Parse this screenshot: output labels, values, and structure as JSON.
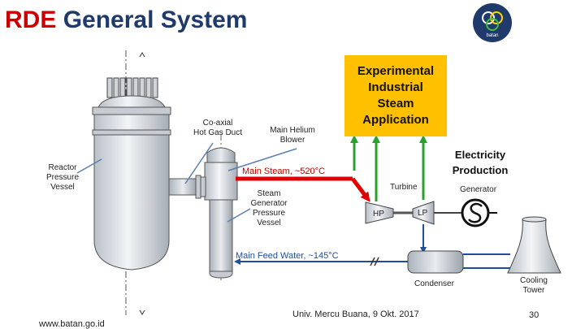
{
  "title": {
    "accent": "RDE",
    "rest": "General System"
  },
  "logo": {
    "icon": "batan-logo-icon",
    "text": "batan"
  },
  "labels": {
    "coaxial": [
      "Co-axial",
      "Hot Gas Duct"
    ],
    "blower": [
      "Main Helium",
      "Blower"
    ],
    "rpv": [
      "Reactor",
      "Pressure",
      "Vessel"
    ],
    "sgpv": [
      "Steam",
      "Generator",
      "Pressure",
      "Vessel"
    ],
    "turbine": "Turbine",
    "hp": "HP",
    "lp": "LP",
    "generator": "Generator",
    "condenser": "Condenser",
    "cooling": [
      "Cooling",
      "Tower"
    ]
  },
  "application": [
    "Experimental",
    "Industrial",
    "Steam",
    "Application"
  ],
  "electricity": [
    "Electricity",
    "Production"
  ],
  "steam_line": "Main Steam, ~520°C",
  "feed_line": "Main Feed Water, ~145°C",
  "footer": {
    "website": "www.batan.go.id",
    "event": "Univ. Mercu Buana, 9 Okt. 2017",
    "page": "30"
  },
  "colors": {
    "steam": "#e00000",
    "feed": "#1f4e9a",
    "green_arrows": "#2ca02c",
    "application_box": "#ffc000",
    "title_accent": "#cc0000",
    "title": "#1f3a6b",
    "logo": "#1f3a6b"
  }
}
